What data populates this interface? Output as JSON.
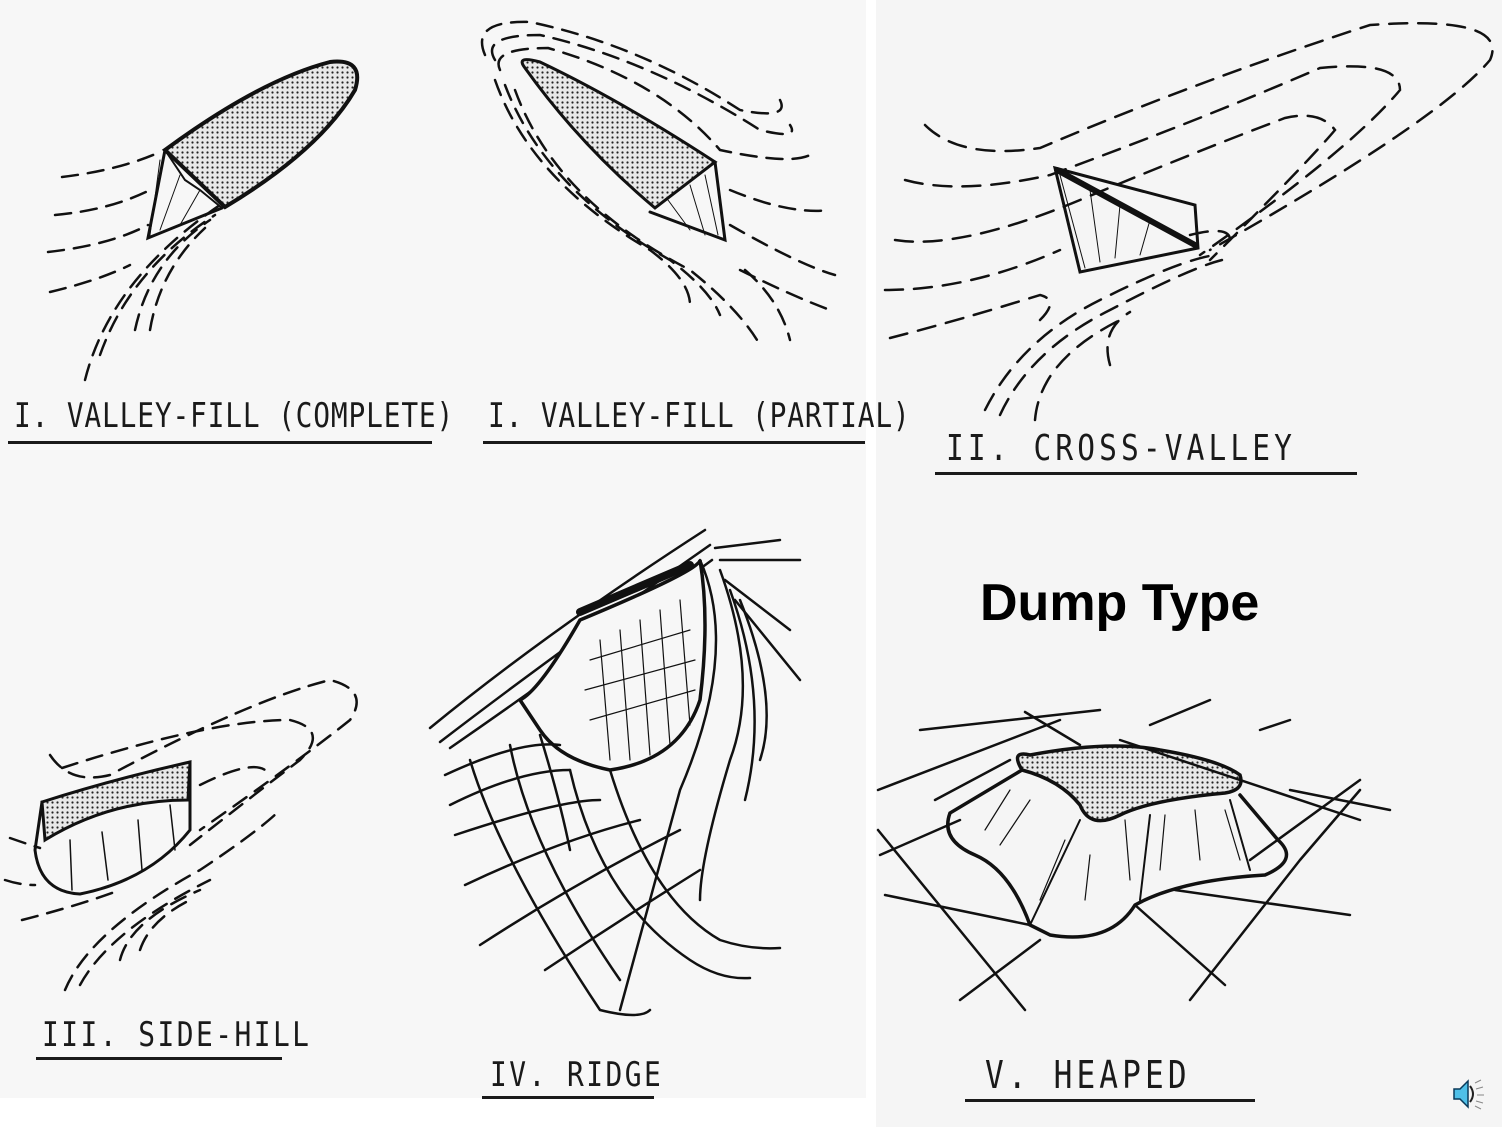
{
  "slide": {
    "title": "Dump Type",
    "panels": [
      {
        "id": "valley-fill-complete",
        "label": "I. VALLEY-FILL (COMPLETE)"
      },
      {
        "id": "valley-fill-partial",
        "label": "I. VALLEY-FILL (PARTIAL)"
      },
      {
        "id": "cross-valley",
        "label": "II. CROSS-VALLEY"
      },
      {
        "id": "side-hill",
        "label": "III. SIDE-HILL"
      },
      {
        "id": "ridge",
        "label": "IV. RIDGE"
      },
      {
        "id": "heaped",
        "label": "V. HEAPED"
      }
    ],
    "audio_icon": "speaker-icon"
  }
}
